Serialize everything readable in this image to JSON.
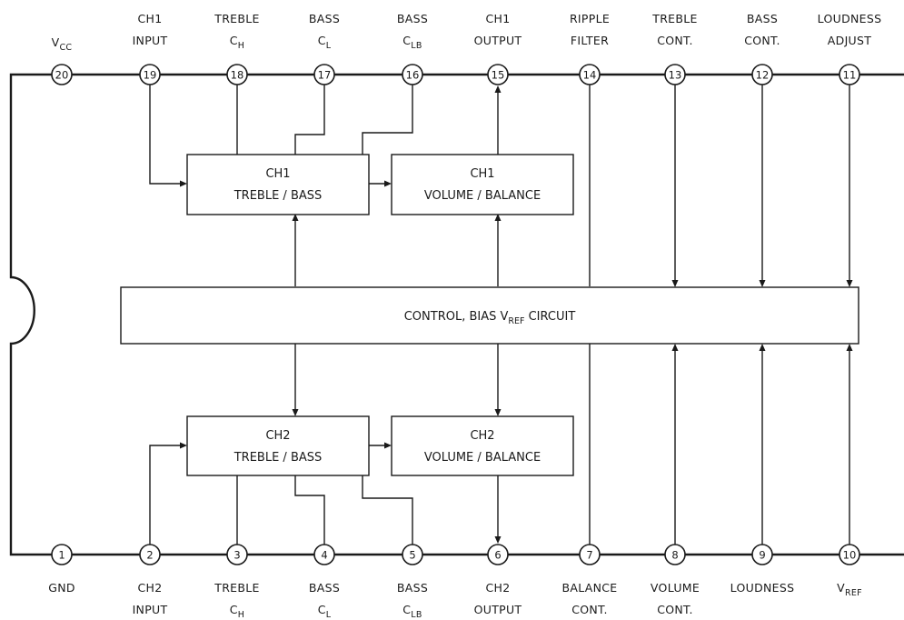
{
  "top_pins": [
    {
      "num": "20",
      "l1": "V",
      "l1sub": "CC",
      "l2": "",
      "l2sub": ""
    },
    {
      "num": "19",
      "l1": "CH1",
      "l1sub": "",
      "l2": "INPUT",
      "l2sub": ""
    },
    {
      "num": "18",
      "l1": "TREBLE",
      "l1sub": "",
      "l2": "C",
      "l2sub": "H"
    },
    {
      "num": "17",
      "l1": "BASS",
      "l1sub": "",
      "l2": "C",
      "l2sub": "L"
    },
    {
      "num": "16",
      "l1": "BASS",
      "l1sub": "",
      "l2": "C",
      "l2sub": "LB"
    },
    {
      "num": "15",
      "l1": "CH1",
      "l1sub": "",
      "l2": "OUTPUT",
      "l2sub": ""
    },
    {
      "num": "14",
      "l1": "RIPPLE",
      "l1sub": "",
      "l2": "FILTER",
      "l2sub": ""
    },
    {
      "num": "13",
      "l1": "TREBLE",
      "l1sub": "",
      "l2": "CONT.",
      "l2sub": ""
    },
    {
      "num": "12",
      "l1": "BASS",
      "l1sub": "",
      "l2": "CONT.",
      "l2sub": ""
    },
    {
      "num": "11",
      "l1": "LOUDNESS",
      "l1sub": "",
      "l2": "ADJUST",
      "l2sub": ""
    }
  ],
  "bottom_pins": [
    {
      "num": "1",
      "l1": "GND",
      "l1sub": "",
      "l2": "",
      "l2sub": ""
    },
    {
      "num": "2",
      "l1": "CH2",
      "l1sub": "",
      "l2": "INPUT",
      "l2sub": ""
    },
    {
      "num": "3",
      "l1": "TREBLE",
      "l1sub": "",
      "l2": "C",
      "l2sub": "H"
    },
    {
      "num": "4",
      "l1": "BASS",
      "l1sub": "",
      "l2": "C",
      "l2sub": "L"
    },
    {
      "num": "5",
      "l1": "BASS",
      "l1sub": "",
      "l2": "C",
      "l2sub": "LB"
    },
    {
      "num": "6",
      "l1": "CH2",
      "l1sub": "",
      "l2": "OUTPUT",
      "l2sub": ""
    },
    {
      "num": "7",
      "l1": "BALANCE",
      "l1sub": "",
      "l2": "CONT.",
      "l2sub": ""
    },
    {
      "num": "8",
      "l1": "VOLUME",
      "l1sub": "",
      "l2": "CONT.",
      "l2sub": ""
    },
    {
      "num": "9",
      "l1": "LOUDNESS",
      "l1sub": "",
      "l2": "",
      "l2sub": ""
    },
    {
      "num": "10",
      "l1": "V",
      "l1sub": "REF",
      "l2": "",
      "l2sub": ""
    }
  ],
  "blocks": {
    "ch1_tone": {
      "l1": "CH1",
      "l2": "TREBLE / BASS"
    },
    "ch1_vol": {
      "l1": "CH1",
      "l2": "VOLUME / BALANCE"
    },
    "ch2_tone": {
      "l1": "CH2",
      "l2": "TREBLE / BASS"
    },
    "ch2_vol": {
      "l1": "CH2",
      "l2": "VOLUME / BALANCE"
    },
    "control": {
      "pre": "CONTROL, BIAS V",
      "sub": "REF",
      "post": " CIRCUIT"
    }
  },
  "colors": {
    "ink": "#1a1a1a",
    "background": "#ffffff"
  }
}
